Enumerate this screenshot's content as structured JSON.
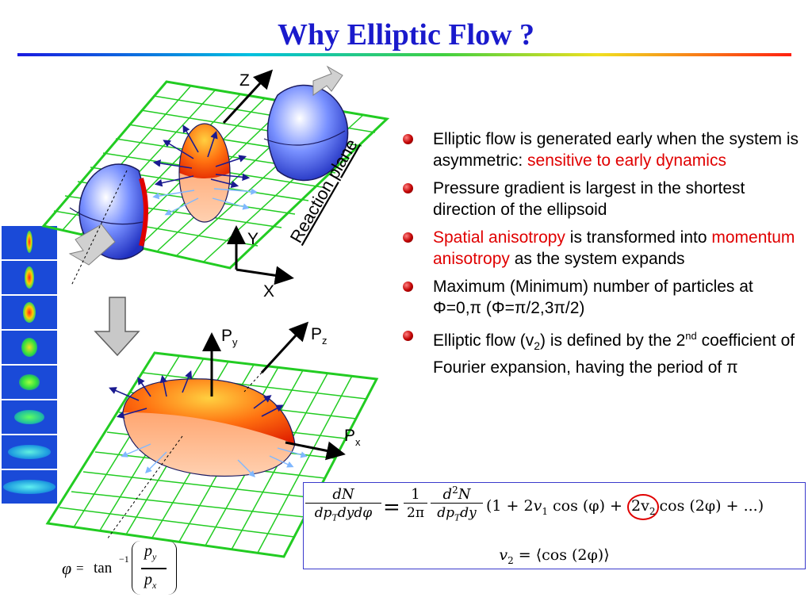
{
  "slide": {
    "title": "Why Elliptic Flow ?"
  },
  "bullets": [
    {
      "parts": [
        {
          "text": "Elliptic flow is generated early when the system is asymmetric: ",
          "highlight": false
        },
        {
          "text": "sensitive to early dynamics",
          "highlight": true
        }
      ]
    },
    {
      "parts": [
        {
          "text": "Pressure gradient is largest in the shortest direction of the ellipsoid",
          "highlight": false
        }
      ]
    },
    {
      "parts": [
        {
          "text": "Spatial anisotropy",
          "highlight": true
        },
        {
          "text": " is transformed into ",
          "highlight": false
        },
        {
          "text": "momentum anisotropy",
          "highlight": true
        },
        {
          "text": " as the system expands",
          "highlight": false
        }
      ]
    },
    {
      "parts": [
        {
          "text": "Maximum (Minimum) number of particles at Φ=0,π (Φ=π/2,3π/2)",
          "highlight": false
        }
      ]
    },
    {
      "parts": [
        {
          "text": "Elliptic flow (v",
          "highlight": false
        },
        {
          "text": "2",
          "highlight": false,
          "sub": true
        },
        {
          "text": ") is defined by the 2",
          "highlight": false
        },
        {
          "text": "nd",
          "highlight": false,
          "sup": true
        },
        {
          "text": " coefficient of Fourier expansion, having the period of π",
          "highlight": false
        }
      ]
    }
  ],
  "diagram": {
    "top_axes": {
      "z": "Z",
      "y": "Y",
      "x": "X"
    },
    "reaction_plane_label": "Reaction plane",
    "bottom_axes": {
      "py": "P",
      "py_sub": "y",
      "pz": "P",
      "pz_sub": "z",
      "px": "P",
      "px_sub": "x"
    }
  },
  "phi_formula": {
    "lhs": "φ",
    "eq": "=",
    "func": "tan",
    "exp": "−1",
    "num": "p",
    "num_sub": "y",
    "den": "p",
    "den_sub": "x"
  },
  "fourier_formula": {
    "line1": {
      "frac1_num": "dN",
      "frac1_den": "dp",
      "frac1_den_sub": "T",
      "frac1_den_rest": "dyd",
      "frac1_den_phi": "φ",
      "eq": "=",
      "frac2_num": "1",
      "frac2_den": "2π",
      "frac3_num": "d",
      "frac3_num_sup": "2",
      "frac3_num_rest": "N",
      "frac3_den": "dp",
      "frac3_den_sub": "T",
      "frac3_den_rest": "dy",
      "expansion_a": "(1 + 2",
      "v1": "v",
      "v1_sub": "1",
      "cos1": " cos (φ) + ",
      "circled": "2v",
      "circled_sub": "2",
      "cos2": "cos (2φ) + ...)"
    },
    "line2": {
      "v2": "v",
      "v2_sub": "2",
      "rhs": " = ⟨cos (2φ)⟩"
    }
  },
  "colors": {
    "title": "#1a1acc",
    "highlight": "#e00000",
    "grid": "#22cc22",
    "circle": "#e00000"
  }
}
